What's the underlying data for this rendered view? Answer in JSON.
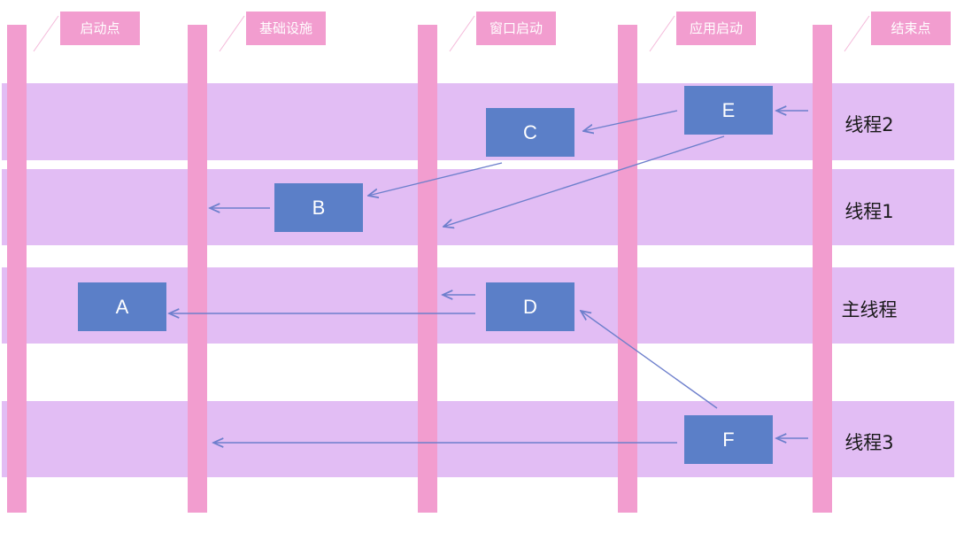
{
  "stages": [
    {
      "label": "启动点"
    },
    {
      "label": "基础设施"
    },
    {
      "label": "窗口启动"
    },
    {
      "label": "应用启动"
    },
    {
      "label": "结束点"
    }
  ],
  "lanes": [
    {
      "label": "线程2"
    },
    {
      "label": "线程1"
    },
    {
      "label": "主线程"
    },
    {
      "label": "线程3"
    }
  ],
  "nodes": {
    "A": "A",
    "B": "B",
    "C": "C",
    "D": "D",
    "E": "E",
    "F": "F"
  },
  "colors": {
    "lane": "#e2bdf4",
    "pillar": "#f29dcf",
    "node": "#5b7fc8",
    "arrow": "#6d7fcc"
  }
}
